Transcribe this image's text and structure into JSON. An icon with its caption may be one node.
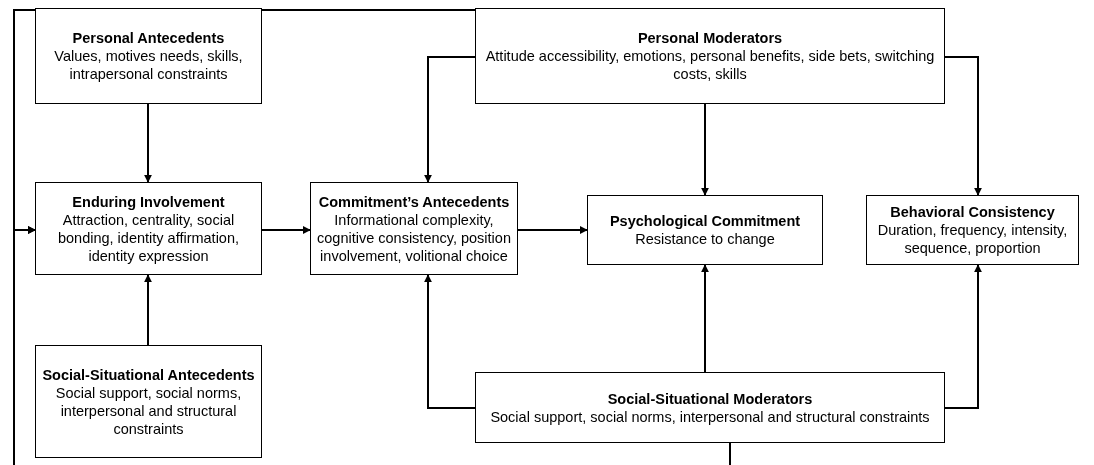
{
  "diagram": {
    "nodes": [
      {
        "text": [
          "Personal Antecedents",
          "Values, motives needs, skills, intrapersonal constraints"
        ]
      },
      {
        "text": [
          "Enduring Involvement",
          "Attraction, centrality, social bonding, identity affirmation, identity expression"
        ]
      },
      {
        "text": [
          "Social-Situational Antecedents",
          "Social support, social norms, interpersonal and structural constraints"
        ]
      },
      {
        "text": [
          "Personal Moderators",
          "Attitude accessibility, emotions, personal benefits, side bets, switching costs, skills"
        ]
      },
      {
        "text": [
          "Commitment’s Antecedents",
          "Informational complexity, cognitive consistency, position involvement, volitional choice"
        ]
      },
      {
        "text": [
          "Psychological Commitment",
          "Resistance to change"
        ]
      },
      {
        "text": [
          "Behavioral Consistency",
          "Duration, frequency, intensity, sequence, proportion"
        ]
      },
      {
        "text": [
          "Social-Situational Moderators",
          "Social support, social norms, interpersonal and structural constraints"
        ]
      }
    ],
    "edges": [
      {
        "from": 0,
        "to": 1,
        "arrow": "to"
      },
      {
        "from": 2,
        "to": 1,
        "arrow": "to"
      },
      {
        "from": 1,
        "to": 4,
        "arrow": "to"
      },
      {
        "from": 4,
        "to": 5,
        "arrow": "to"
      },
      {
        "from": 3,
        "to": 4,
        "arrow": "to"
      },
      {
        "from": 3,
        "to": 5,
        "arrow": "to"
      },
      {
        "from": 3,
        "to": 6,
        "arrow": "to"
      },
      {
        "from": 7,
        "to": 4,
        "arrow": "to"
      },
      {
        "from": 7,
        "to": 5,
        "arrow": "to"
      },
      {
        "from": 7,
        "to": 6,
        "arrow": "to"
      },
      {
        "from": 3,
        "to": 1,
        "arrow": "to"
      },
      {
        "from": 7,
        "to": null,
        "arrow": "none"
      },
      {
        "from": null,
        "to": 1,
        "arrow": "to"
      }
    ]
  }
}
